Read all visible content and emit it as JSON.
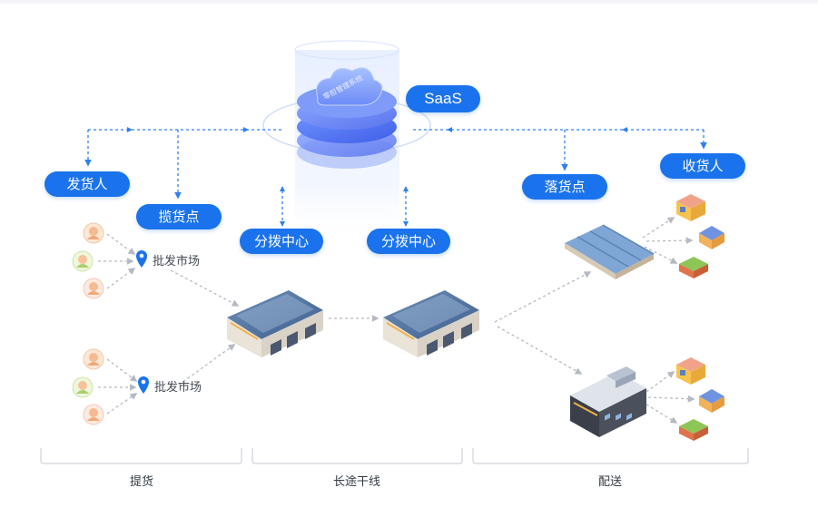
{
  "pills": {
    "saas": "SaaS",
    "shipper": "发货人",
    "pickup_point": "揽货点",
    "hub_left": "分拨中心",
    "hub_right": "分拨中心",
    "drop_point": "落货点",
    "receiver": "收货人"
  },
  "markets": {
    "top": "批发市场",
    "bottom": "批发市场"
  },
  "stages": {
    "pickup": "提货",
    "linehaul": "长途干线",
    "delivery": "配送"
  },
  "logo_text": "零担管理系统",
  "colors": {
    "accent": "#1a73ec",
    "arrow": "#2f7ff0",
    "dashed_gray": "#b5b9c2"
  }
}
